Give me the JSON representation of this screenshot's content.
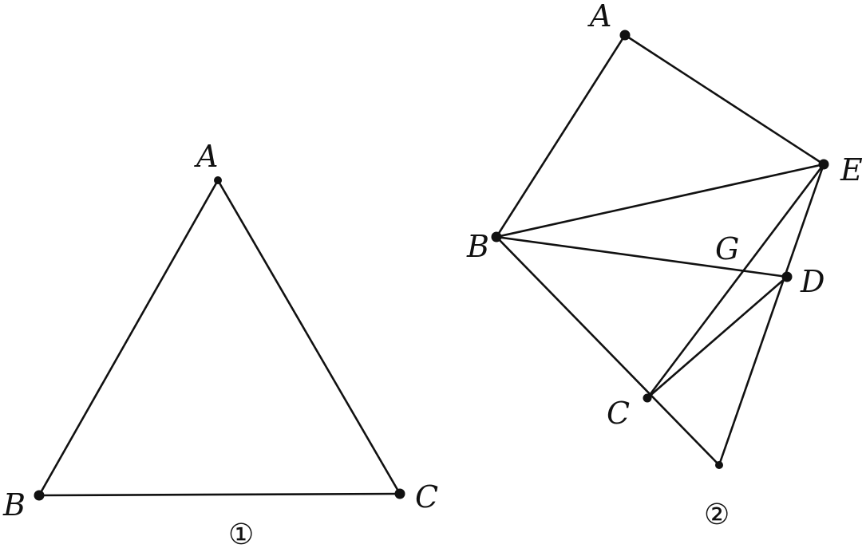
{
  "figures": [
    {
      "caption": "①",
      "points": [
        {
          "id": "A",
          "label": "A"
        },
        {
          "id": "B",
          "label": "B"
        },
        {
          "id": "C",
          "label": "C"
        }
      ],
      "segments": [
        [
          "A",
          "B"
        ],
        [
          "A",
          "C"
        ],
        [
          "B",
          "C"
        ]
      ]
    },
    {
      "caption": "②",
      "points": [
        {
          "id": "A",
          "label": "A"
        },
        {
          "id": "E",
          "label": "E"
        },
        {
          "id": "B",
          "label": "B"
        },
        {
          "id": "G",
          "label": "G"
        },
        {
          "id": "D",
          "label": "D"
        },
        {
          "id": "C",
          "label": "C"
        },
        {
          "id": "F",
          "label": ""
        }
      ],
      "segments": [
        [
          "A",
          "B"
        ],
        [
          "A",
          "E"
        ],
        [
          "B",
          "E"
        ],
        [
          "B",
          "D"
        ],
        [
          "B",
          "F"
        ],
        [
          "E",
          "C"
        ],
        [
          "E",
          "F"
        ],
        [
          "C",
          "D"
        ]
      ]
    }
  ],
  "colors": {
    "stroke": "#111111",
    "background": "#ffffff"
  }
}
